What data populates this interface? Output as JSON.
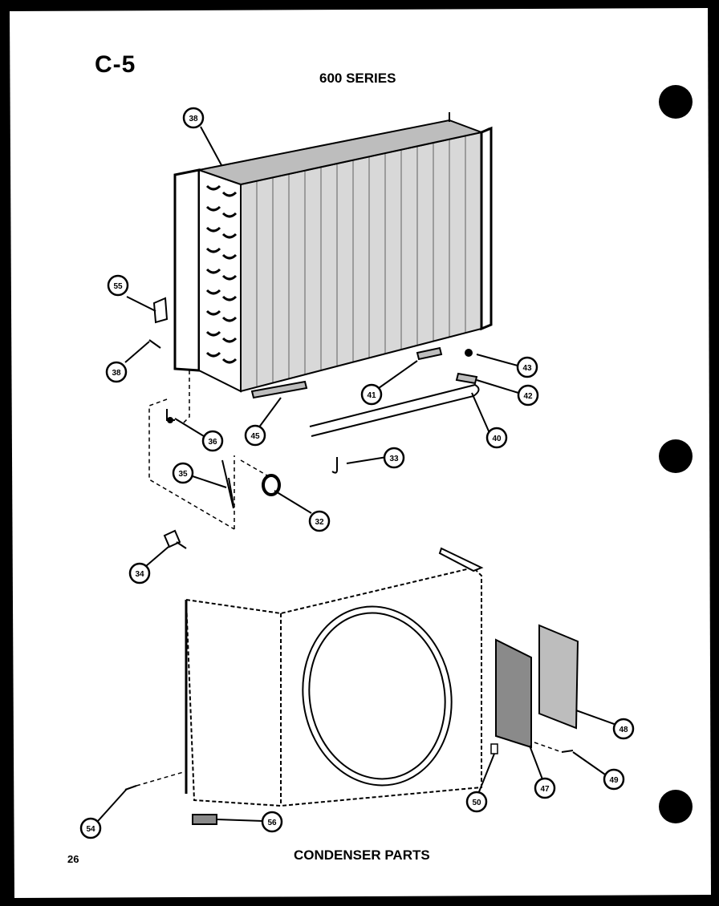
{
  "header": {
    "page_code": "C-5",
    "series": "600 SERIES"
  },
  "footer": {
    "page_number": "26",
    "title": "CONDENSER PARTS"
  },
  "callouts": [
    {
      "id": "c38a",
      "label": "38"
    },
    {
      "id": "c55",
      "label": "55"
    },
    {
      "id": "c38b",
      "label": "38"
    },
    {
      "id": "c36",
      "label": "36"
    },
    {
      "id": "c35",
      "label": "35"
    },
    {
      "id": "c32",
      "label": "32"
    },
    {
      "id": "c34",
      "label": "34"
    },
    {
      "id": "c45",
      "label": "45"
    },
    {
      "id": "c41",
      "label": "41"
    },
    {
      "id": "c43",
      "label": "43"
    },
    {
      "id": "c42",
      "label": "42"
    },
    {
      "id": "c40",
      "label": "40"
    },
    {
      "id": "c33",
      "label": "33"
    },
    {
      "id": "c48",
      "label": "48"
    },
    {
      "id": "c47",
      "label": "47"
    },
    {
      "id": "c49",
      "label": "49"
    },
    {
      "id": "c50",
      "label": "50"
    },
    {
      "id": "c54",
      "label": "54"
    },
    {
      "id": "c56",
      "label": "56"
    }
  ],
  "colors": {
    "ink": "#000000",
    "paper": "#ffffff"
  }
}
